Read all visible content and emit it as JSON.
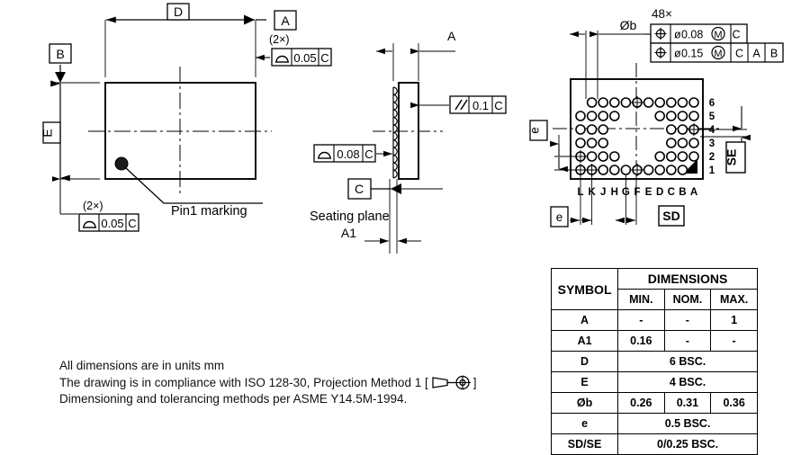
{
  "drawing": {
    "title": "BGA package mechanical drawing",
    "top_view": {
      "dim_width_label": "D",
      "dim_height_label": "E",
      "datum_a": "A",
      "datum_b": "B",
      "pin1_label": "Pin1 marking",
      "fcf_top": {
        "qty": "(2×)",
        "symbol": "profile-of-surface",
        "tolerance": "0.05",
        "datum": "C"
      },
      "fcf_bottom": {
        "qty": "(2×)",
        "symbol": "profile-of-surface",
        "tolerance": "0.05",
        "datum": "C"
      }
    },
    "side_view": {
      "dim_a": "A",
      "dim_a1": "A1",
      "datum_c": "C",
      "seating_plane_label": "Seating plane",
      "fcf_parallel": {
        "symbol": "parallelism",
        "tolerance": "0.1",
        "datum": "C"
      },
      "fcf_flat": {
        "symbol": "profile-of-surface",
        "tolerance": "0.08",
        "datum": "C"
      }
    },
    "bottom_view": {
      "ball_qty": "48×",
      "ball_dia_label": "Øb",
      "pitch_label_1": "e",
      "pitch_label_2": "e",
      "offset_label_sd": "SD",
      "offset_label_se": "SE",
      "fcf_1": {
        "symbol": "position",
        "dia": "ø",
        "tolerance": "0.08",
        "modifier": "M",
        "datums": [
          "C"
        ]
      },
      "fcf_2": {
        "symbol": "position",
        "dia": "ø",
        "tolerance": "0.15",
        "modifier": "M",
        "datums": [
          "C",
          "A",
          "B"
        ]
      },
      "column_labels": [
        "L",
        "K",
        "J",
        "H",
        "G",
        "F",
        "E",
        "D",
        "C",
        "B",
        "A"
      ],
      "row_labels": [
        "6",
        "5",
        "4",
        "3",
        "2",
        "1"
      ],
      "ball_map": {
        "6": [
          "K",
          "J",
          "H",
          "G",
          "F",
          "E",
          "D",
          "C",
          "B",
          "A"
        ],
        "5": [
          "L",
          "K",
          "J",
          "H",
          "D",
          "C",
          "B",
          "A"
        ],
        "4": [
          "L",
          "K",
          "J",
          "C",
          "B",
          "A"
        ],
        "3": [
          "L",
          "K",
          "J",
          "C",
          "B",
          "A"
        ],
        "2": [
          "L",
          "K",
          "J",
          "H",
          "D",
          "C",
          "B",
          "A"
        ],
        "1": [
          "L",
          "K",
          "J",
          "H",
          "G",
          "F",
          "E",
          "D",
          "C",
          "B"
        ]
      }
    }
  },
  "notes": {
    "line1": "All dimensions are in units mm",
    "line2_a": "The drawing is in compliance with ISO 128-30, Projection Method 1 [",
    "line2_b": "]",
    "line3": "Dimensioning and tolerancing methods per ASME Y14.5M-1994."
  },
  "table": {
    "symbol_header": "SYMBOL",
    "dimensions_header": "DIMENSIONS",
    "columns": [
      "MIN.",
      "NOM.",
      "MAX."
    ],
    "rows": [
      {
        "symbol": "A",
        "span": false,
        "min": "-",
        "nom": "-",
        "max": "1"
      },
      {
        "symbol": "A1",
        "span": false,
        "min": "0.16",
        "nom": "-",
        "max": "-"
      },
      {
        "symbol": "D",
        "span": true,
        "value": "6 BSC."
      },
      {
        "symbol": "E",
        "span": true,
        "value": "4 BSC."
      },
      {
        "symbol": "Øb",
        "span": false,
        "min": "0.26",
        "nom": "0.31",
        "max": "0.36"
      },
      {
        "symbol": "e",
        "span": true,
        "value": "0.5 BSC."
      },
      {
        "symbol": "SD/SE",
        "span": true,
        "value": "0/0.25 BSC."
      }
    ]
  }
}
